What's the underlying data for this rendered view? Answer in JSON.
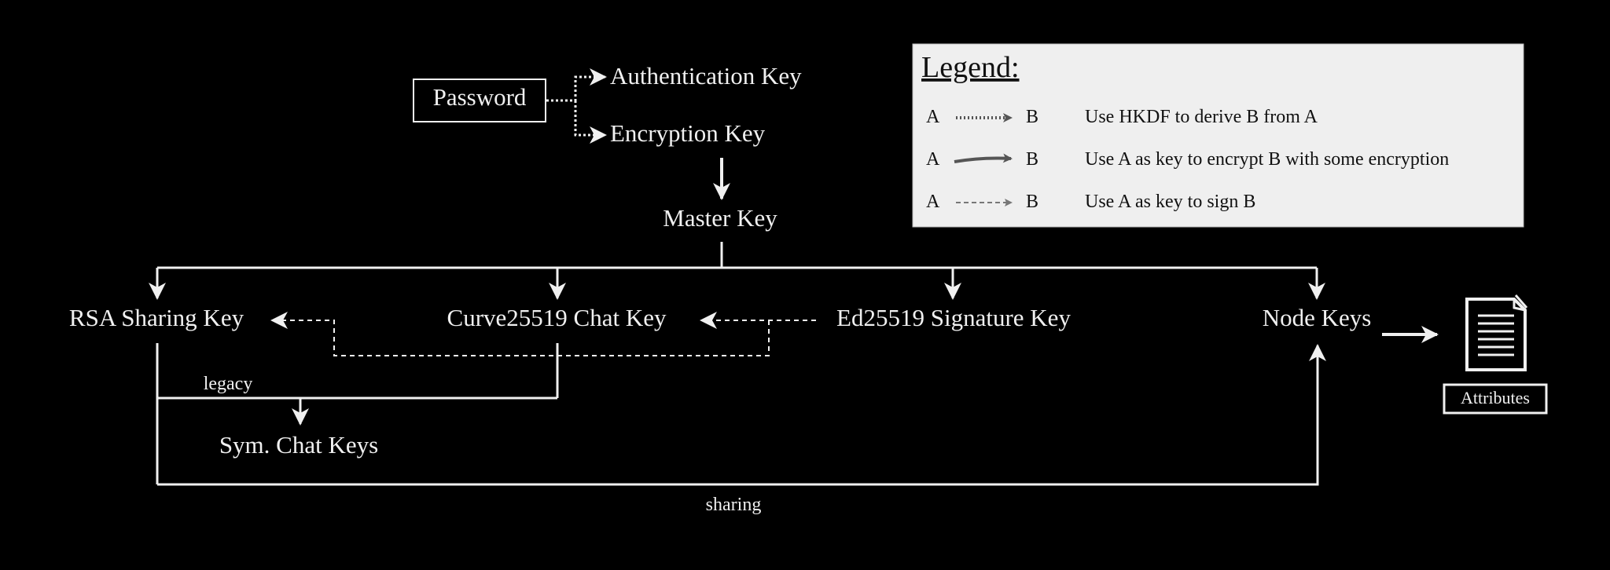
{
  "colors": {
    "background": "#000000",
    "foreground": "#f0f0f0",
    "legend_background": "#efefef",
    "legend_ink": "#111111",
    "legend_arrow": "#555555"
  },
  "nodes": {
    "password": "Password",
    "authentication_key": "Authentication Key",
    "encryption_key": "Encryption Key",
    "master_key": "Master Key",
    "rsa_sharing_key": "RSA Sharing Key",
    "curve25519_chat_key": "Curve25519 Chat Key",
    "ed25519_signature_key": "Ed25519 Signature Key",
    "node_keys": "Node Keys",
    "sym_chat_keys": "Sym. Chat Keys",
    "attributes": "Attributes"
  },
  "edge_labels": {
    "legacy": "legacy",
    "sharing": "sharing"
  },
  "icons": {
    "attributes": "document-icon"
  },
  "legend": {
    "title": "Legend:",
    "entries": [
      {
        "from": "A",
        "to": "B",
        "style": "dotted",
        "description": "Use HKDF to derive B from A"
      },
      {
        "from": "A",
        "to": "B",
        "style": "solid",
        "description": "Use A as key to encrypt B with some encryption"
      },
      {
        "from": "A",
        "to": "B",
        "style": "dashed",
        "description": "Use A as key to sign B"
      }
    ]
  }
}
